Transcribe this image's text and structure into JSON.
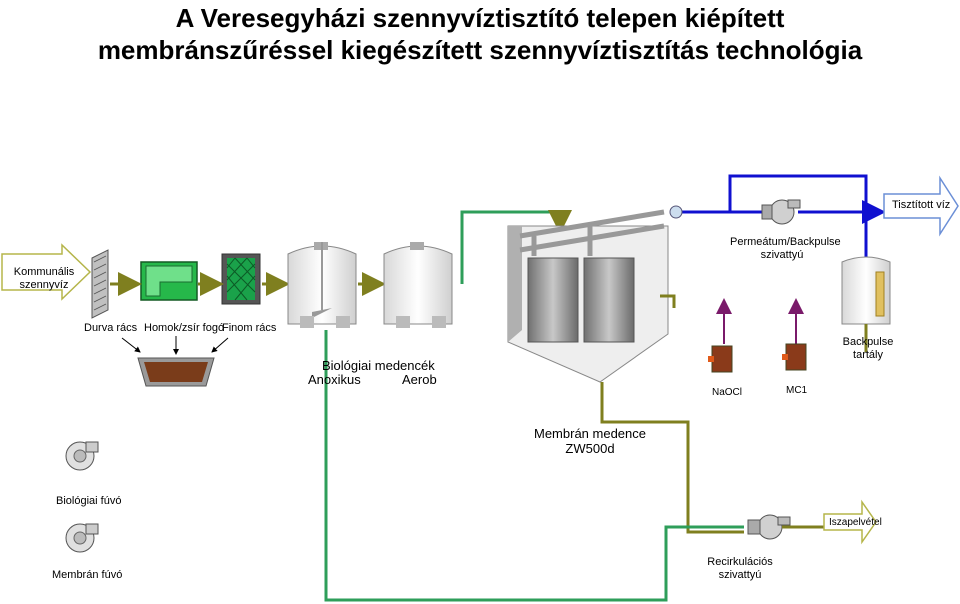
{
  "title": {
    "line1": "A Veresegyházi szennyvíztisztító telepen kiépített",
    "line2": "membránszűréssel kiegészített szennyvíztisztítás technológia"
  },
  "labels": {
    "influent": [
      "Kommunális",
      "szennyvíz"
    ],
    "coarse_screen": "Durva rács",
    "grit_trap": "Homok/zsír fogó",
    "fine_screen": "Finom rács",
    "bio_tanks": "Biológiai medencék",
    "anoxic": "Anoxikus",
    "aerob": "Aerob",
    "permeate_pump": [
      "Permeátum/Backpulse",
      "szivattyú"
    ],
    "treated_water": "Tisztított víz",
    "backpulse_tank": [
      "Backpulse",
      "tartály"
    ],
    "naocl": "NaOCl",
    "mc1": "MC1",
    "membrane_tank": [
      "Membrán medence",
      "ZW500d"
    ],
    "bio_blower": "Biológiai fúvó",
    "membrane_blower": "Membrán fúvó",
    "sludge": "Iszapelvétel",
    "recirc_pump": [
      "Recirkulációs",
      "szivattyú"
    ]
  },
  "colors": {
    "olive": "#7f7f1f",
    "green": "#2e9e5a",
    "blue": "#1010d0",
    "purple": "#7a1a6a",
    "arrow_fill": "#ffffff",
    "arrow_stroke_olive": "#b5b54a",
    "arrow_stroke_blue": "#6b8fd6"
  }
}
